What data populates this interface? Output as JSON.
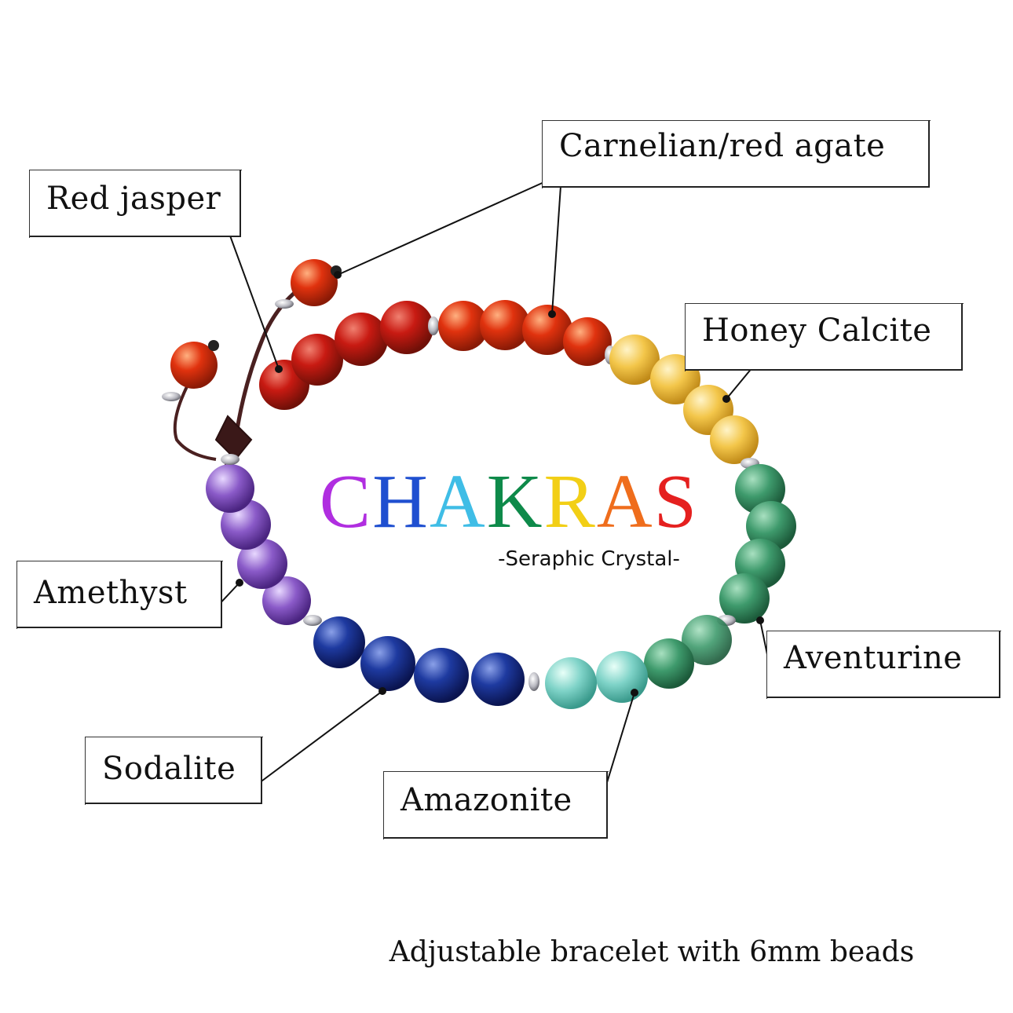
{
  "title": {
    "letters": [
      {
        "char": "C",
        "color": "#b02ee0"
      },
      {
        "char": "H",
        "color": "#1f4fd0"
      },
      {
        "char": "A",
        "color": "#3fbde6"
      },
      {
        "char": "K",
        "color": "#0e8a4a"
      },
      {
        "char": "R",
        "color": "#f2cf16"
      },
      {
        "char": "A",
        "color": "#ef6d1c"
      },
      {
        "char": "S",
        "color": "#e5201f"
      }
    ]
  },
  "subtitle": "-Seraphic Crystal-",
  "footer": "Adjustable bracelet with 6mm beads",
  "labels": {
    "red_jasper": "Red jasper",
    "carnelian": "Carnelian/red agate",
    "honey_calcite": "Honey Calcite",
    "amethyst": "Amethyst",
    "aventurine": "Aventurine",
    "sodalite": "Sodalite",
    "amazonite": "Amazonite"
  },
  "bead_colors": {
    "carnelian": "#e0320e",
    "red_jasper": "#c81a12",
    "honey_calcite": "#f3c64a",
    "aventurine": "#3e9a6c",
    "amazonite": "#7fd3c8",
    "sodalite": "#1e3aa0",
    "amethyst": "#8a5ac8",
    "cord": "#4a2020",
    "spacer": "#c8c8cc"
  }
}
